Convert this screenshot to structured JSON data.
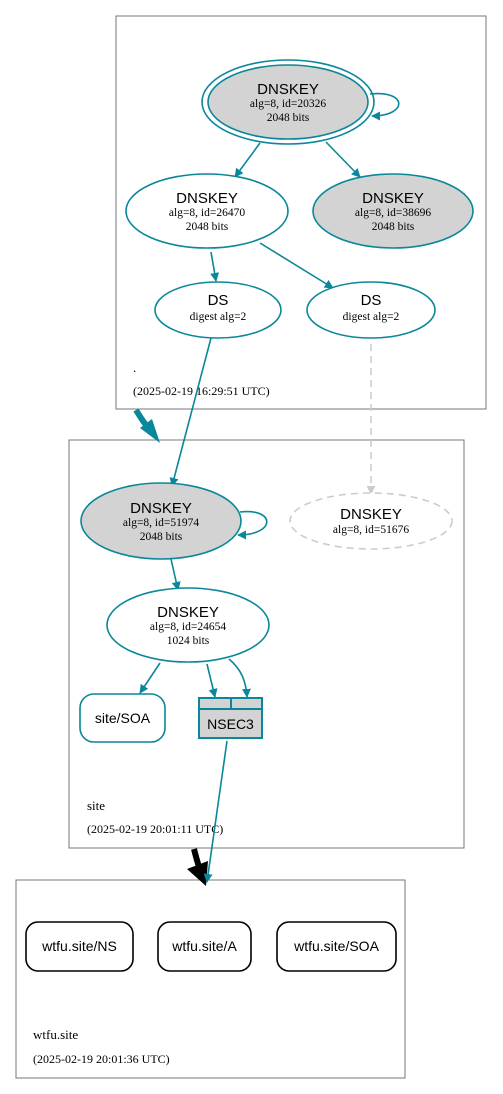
{
  "colors": {
    "edge": "#0a879a",
    "edge_insecure": "#cccccc",
    "delegation": "#000000",
    "zone_border": "#777777",
    "node_fill_sep": "#d3d3d3",
    "node_fill": "#ffffff",
    "rrset_border": "#000000"
  },
  "zones": {
    "root": {
      "name": ".",
      "timestamp": "(2025-02-19 16:29:51 UTC)"
    },
    "site": {
      "name": "site",
      "timestamp": "(2025-02-19 20:01:11 UTC)"
    },
    "wtfu": {
      "name": "wtfu.site",
      "timestamp": "(2025-02-19 20:01:36 UTC)"
    }
  },
  "nodes": {
    "root_ksk": {
      "title": "DNSKEY",
      "line1": "alg=8, id=20326",
      "line2": "2048 bits"
    },
    "root_zsk1": {
      "title": "DNSKEY",
      "line1": "alg=8, id=26470",
      "line2": "2048 bits"
    },
    "root_zsk2": {
      "title": "DNSKEY",
      "line1": "alg=8, id=38696",
      "line2": "2048 bits"
    },
    "root_ds1": {
      "title": "DS",
      "line1": "digest alg=2"
    },
    "root_ds2": {
      "title": "DS",
      "line1": "digest alg=2"
    },
    "site_ksk": {
      "title": "DNSKEY",
      "line1": "alg=8, id=51974",
      "line2": "2048 bits"
    },
    "site_missing": {
      "title": "DNSKEY",
      "line1": "alg=8, id=51676"
    },
    "site_zsk": {
      "title": "DNSKEY",
      "line1": "alg=8, id=24654",
      "line2": "1024 bits"
    },
    "site_soa": {
      "label": "site/SOA"
    },
    "site_nsec3": {
      "label": "NSEC3"
    },
    "wtfu_ns": {
      "label": "wtfu.site/NS"
    },
    "wtfu_a": {
      "label": "wtfu.site/A"
    },
    "wtfu_soa": {
      "label": "wtfu.site/SOA"
    }
  }
}
